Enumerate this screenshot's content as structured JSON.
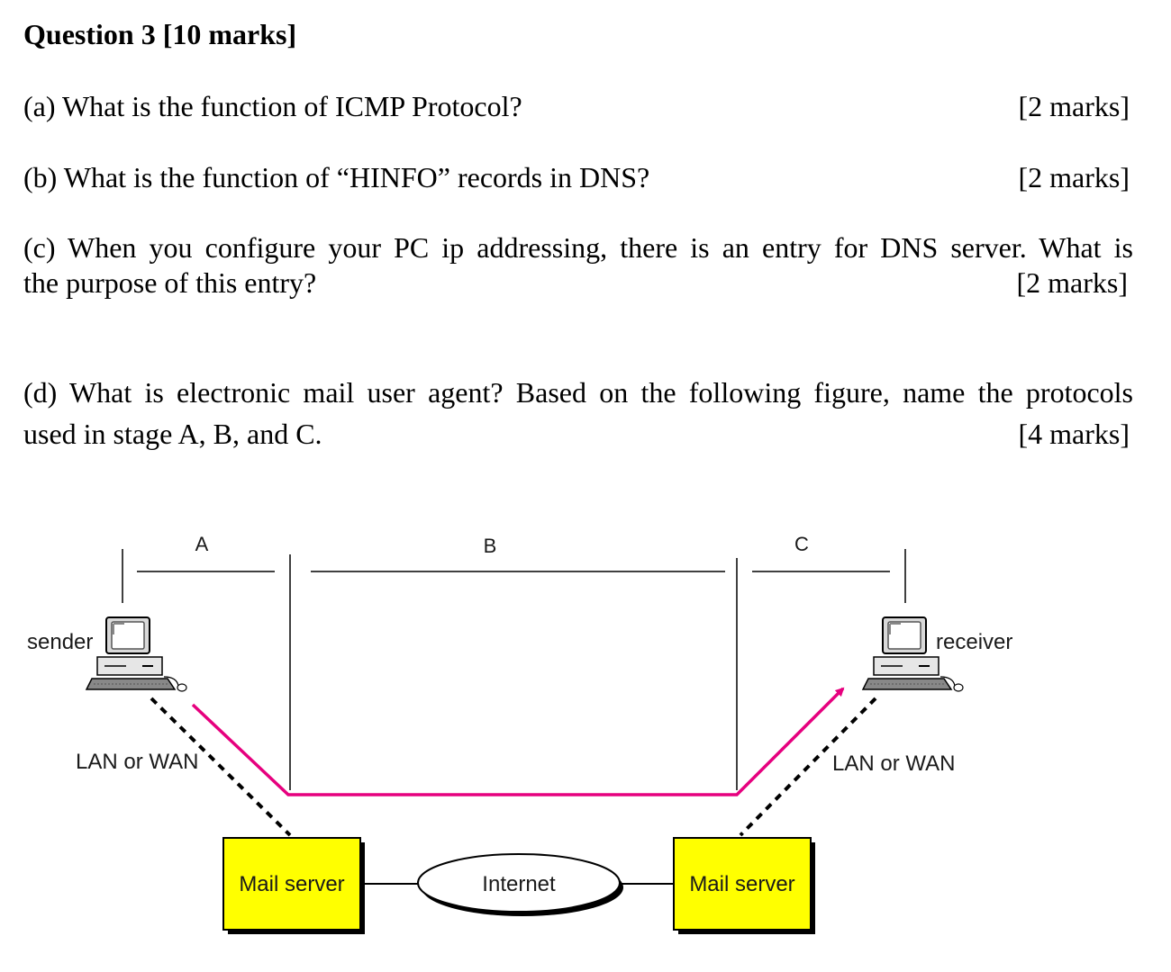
{
  "heading": "Question 3 [10 marks]",
  "questions": {
    "a": {
      "text": "(a)  What is the function of ICMP Protocol?",
      "marks": "[2 marks]"
    },
    "b": {
      "text": "(b) What is the function of “HINFO” records in DNS?",
      "marks": "[2 marks]"
    },
    "c": {
      "line1": "(c) When you configure your PC ip addressing, there is an entry for DNS server. What is",
      "line2": "the purpose of this entry?",
      "marks": "[2 marks]"
    },
    "d": {
      "line1": "(d) What is electronic mail user agent? Based on the following figure, name the protocols",
      "line2": "used in stage A, B, and C.",
      "marks": "[4 marks]"
    }
  },
  "figure": {
    "stages": [
      "A",
      "B",
      "C"
    ],
    "sender_label": "sender",
    "receiver_label": "receiver",
    "lan_left": "LAN or WAN",
    "lan_right": "LAN or WAN",
    "mail_server_left": "Mail server",
    "mail_server_right": "Mail server",
    "internet": "Internet",
    "colors": {
      "path": "#e6007e",
      "server_fill": "#ffff00",
      "line": "#000000"
    }
  }
}
